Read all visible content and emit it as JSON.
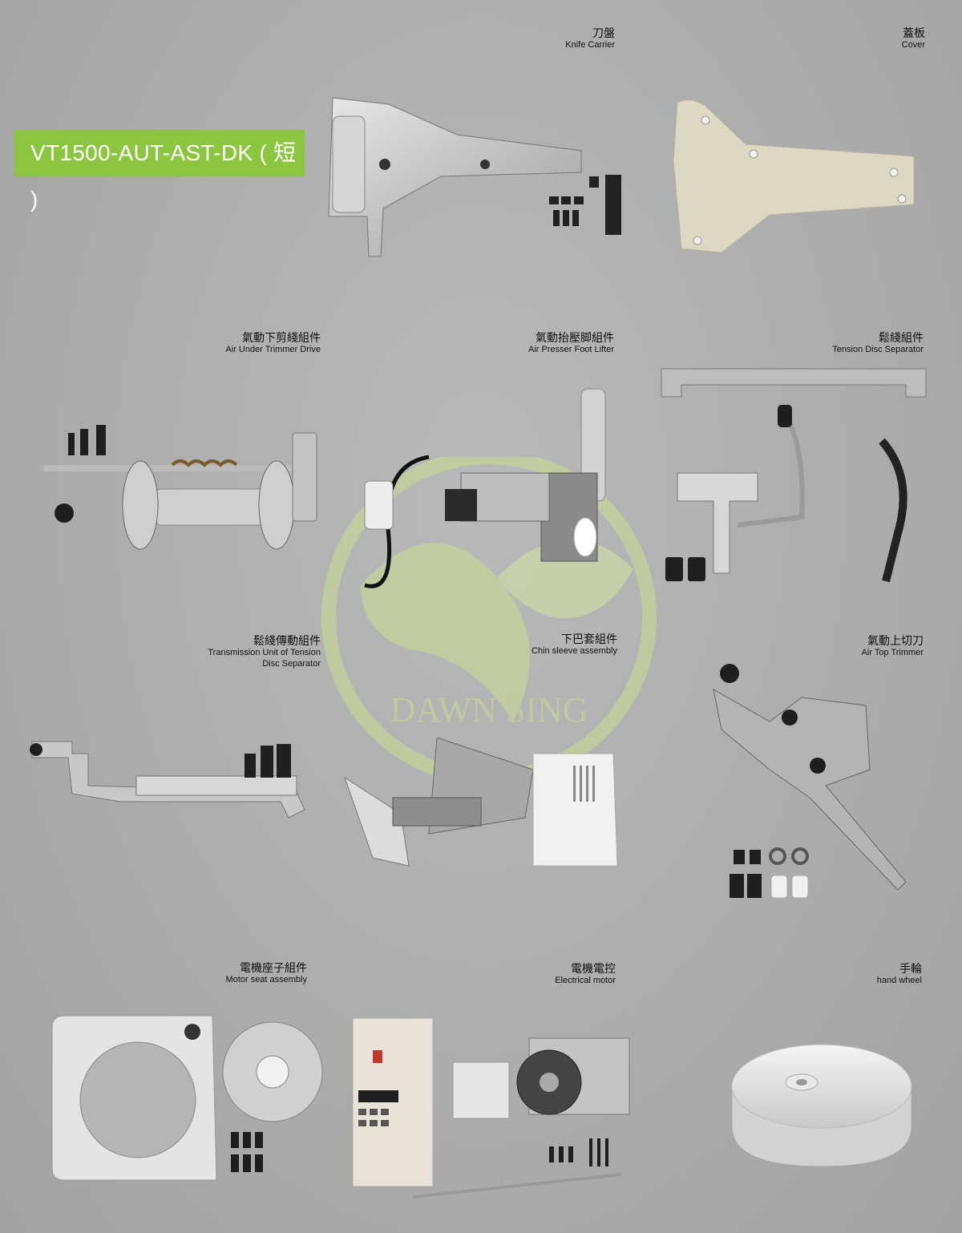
{
  "model": "VT1500-AUT-AST-DK ( 短 )",
  "watermark": "DAWN SING",
  "colors": {
    "accent": "#8cc63f",
    "background": "#aeaeae"
  },
  "parts": [
    {
      "zh": "刀盤",
      "en": "Knife Carrier"
    },
    {
      "zh": "蓋板",
      "en": "Cover"
    },
    {
      "zh": "氣動下剪綫組件",
      "en": "Air Under Trimmer Drive"
    },
    {
      "zh": "氣動抬壓脚組件",
      "en": "Air Presser Foot Lifter"
    },
    {
      "zh": "鬆綫組件",
      "en": "Tension Disc Separator"
    },
    {
      "zh": "鬆綫傳動組件",
      "en": "Transmission Unit of Tension",
      "en2": "Disc Separator"
    },
    {
      "zh": "下巴套組件",
      "en": "Chin sleeve assembly"
    },
    {
      "zh": "氣動上切刀",
      "en": "Air Top Trimmer"
    },
    {
      "zh": "電機座子組件",
      "en": "Motor seat assembly"
    },
    {
      "zh": "電機電控",
      "en": "Electrical motor"
    },
    {
      "zh": "手輪",
      "en": "hand wheel"
    }
  ]
}
